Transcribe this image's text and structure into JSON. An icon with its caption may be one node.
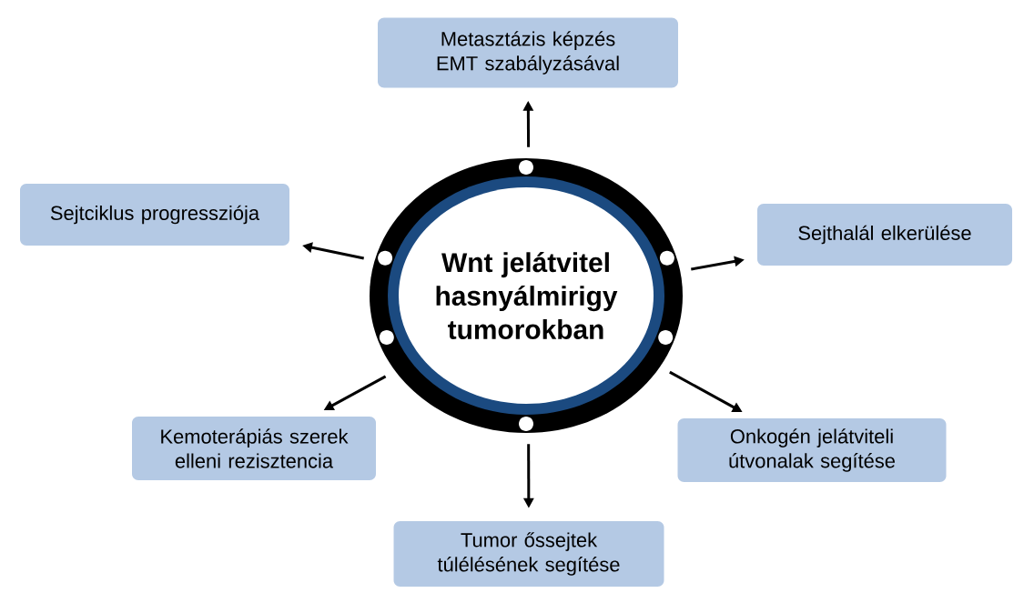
{
  "diagram": {
    "nodes": [
      {
        "text": [
          "Wnt jelátvitel hasnyálmirigy tumorokban"
        ]
      },
      {
        "text": [
          "Metasztázis képzés EMT szabályzásával"
        ]
      },
      {
        "text": [
          "Sejtciklus progressziója"
        ]
      },
      {
        "text": [
          "Sejthalál elkerülése"
        ]
      },
      {
        "text": [
          "Kemoterápiás szerek elleni rezisztencia"
        ]
      },
      {
        "text": [
          "Onkogén jelátviteli útvonalak segítése"
        ]
      },
      {
        "text": [
          "Tumor őssejtek túlélésének segítése"
        ]
      }
    ],
    "edges": [
      {
        "from": 0,
        "to": 1,
        "arrow": "to"
      },
      {
        "from": 0,
        "to": 2,
        "arrow": "to"
      },
      {
        "from": 0,
        "to": 3,
        "arrow": "to"
      },
      {
        "from": 0,
        "to": 4,
        "arrow": "to"
      },
      {
        "from": 0,
        "to": 5,
        "arrow": "to"
      },
      {
        "from": 0,
        "to": 6,
        "arrow": "to"
      }
    ]
  }
}
